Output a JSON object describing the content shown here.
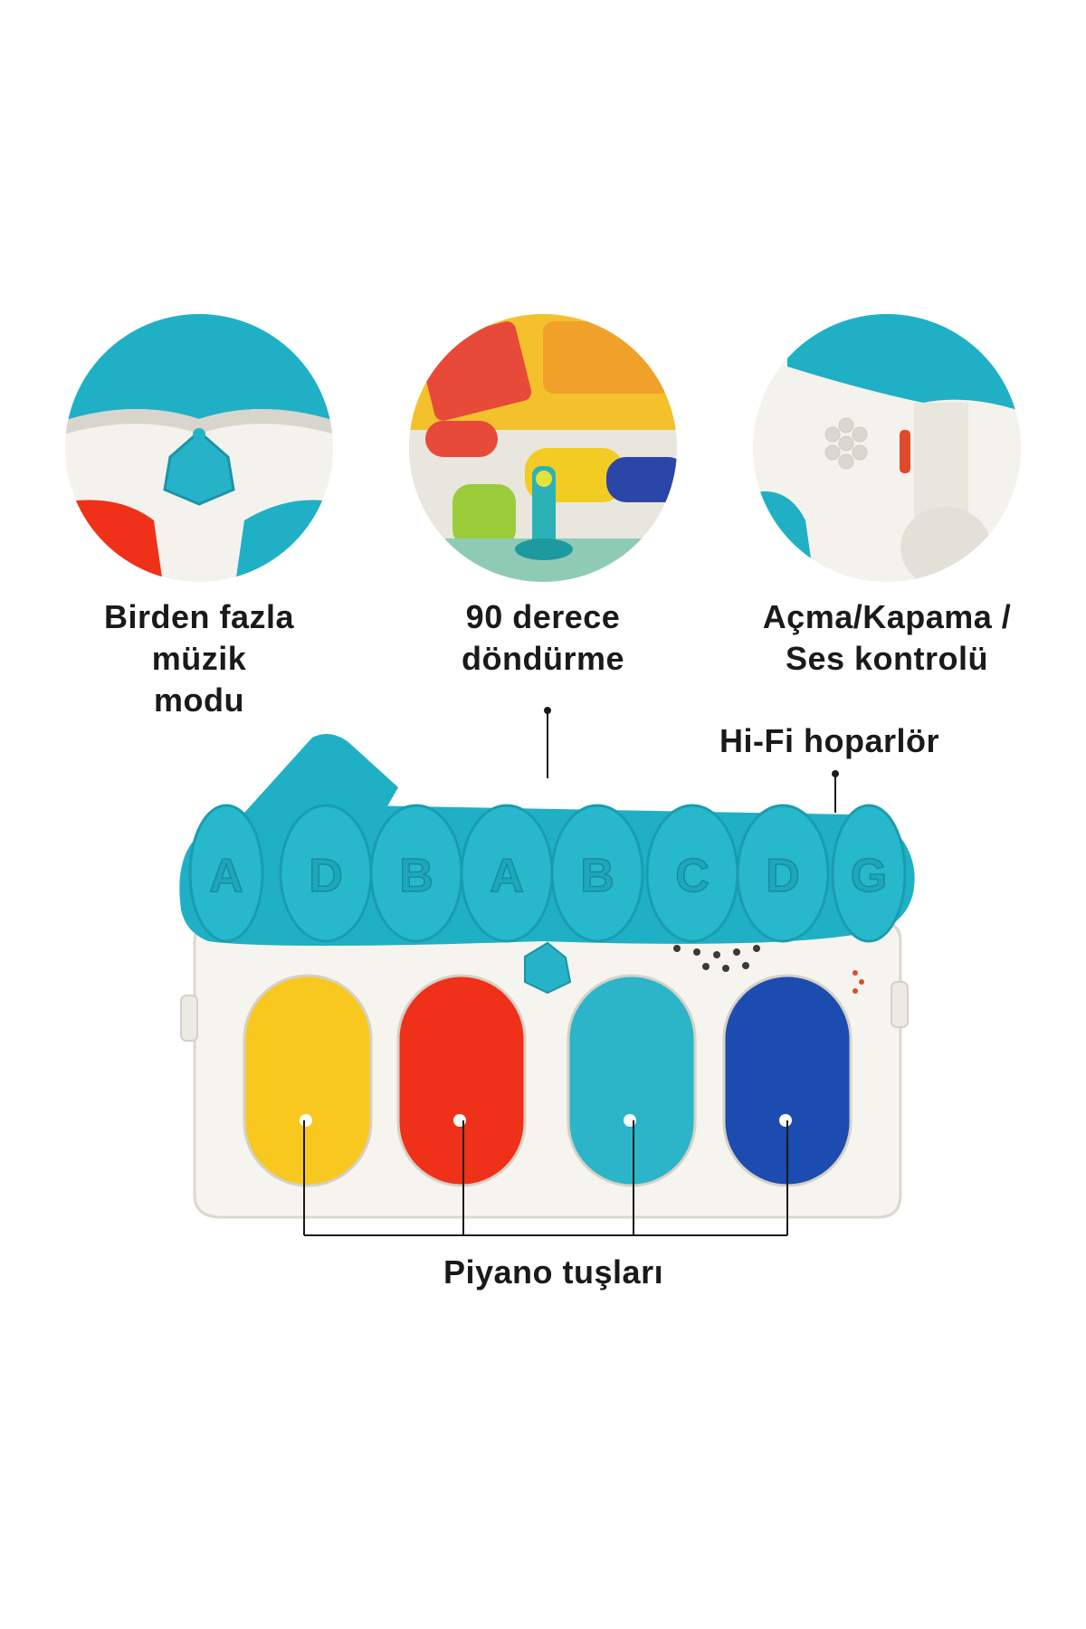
{
  "features": [
    {
      "caption_lines": [
        "Birden fazla müzik",
        "modu"
      ],
      "icon": "bell-button-closeup"
    },
    {
      "caption_lines": [
        "90 derece",
        "döndürme"
      ],
      "icon": "rotating-post-closeup"
    },
    {
      "caption_lines": [
        "Açma/Kapama /",
        "Ses kontrolü"
      ],
      "icon": "power-volume-switch-closeup"
    }
  ],
  "callouts": {
    "speaker": "Hi-Fi hoparlör",
    "piano_keys": "Piyano tuşları"
  },
  "roof_letters": [
    "A",
    "D",
    "B",
    "A",
    "B",
    "C",
    "D",
    "G"
  ],
  "keys": [
    {
      "name": "yellow",
      "color": "#f8c81e"
    },
    {
      "name": "red",
      "color": "#f0311a"
    },
    {
      "name": "teal",
      "color": "#2cb4c8"
    },
    {
      "name": "blue",
      "color": "#1c4cb0"
    }
  ],
  "colors": {
    "roof": "#1fb0c6",
    "body": "#f6f4ee",
    "text": "#1a1a1a"
  }
}
